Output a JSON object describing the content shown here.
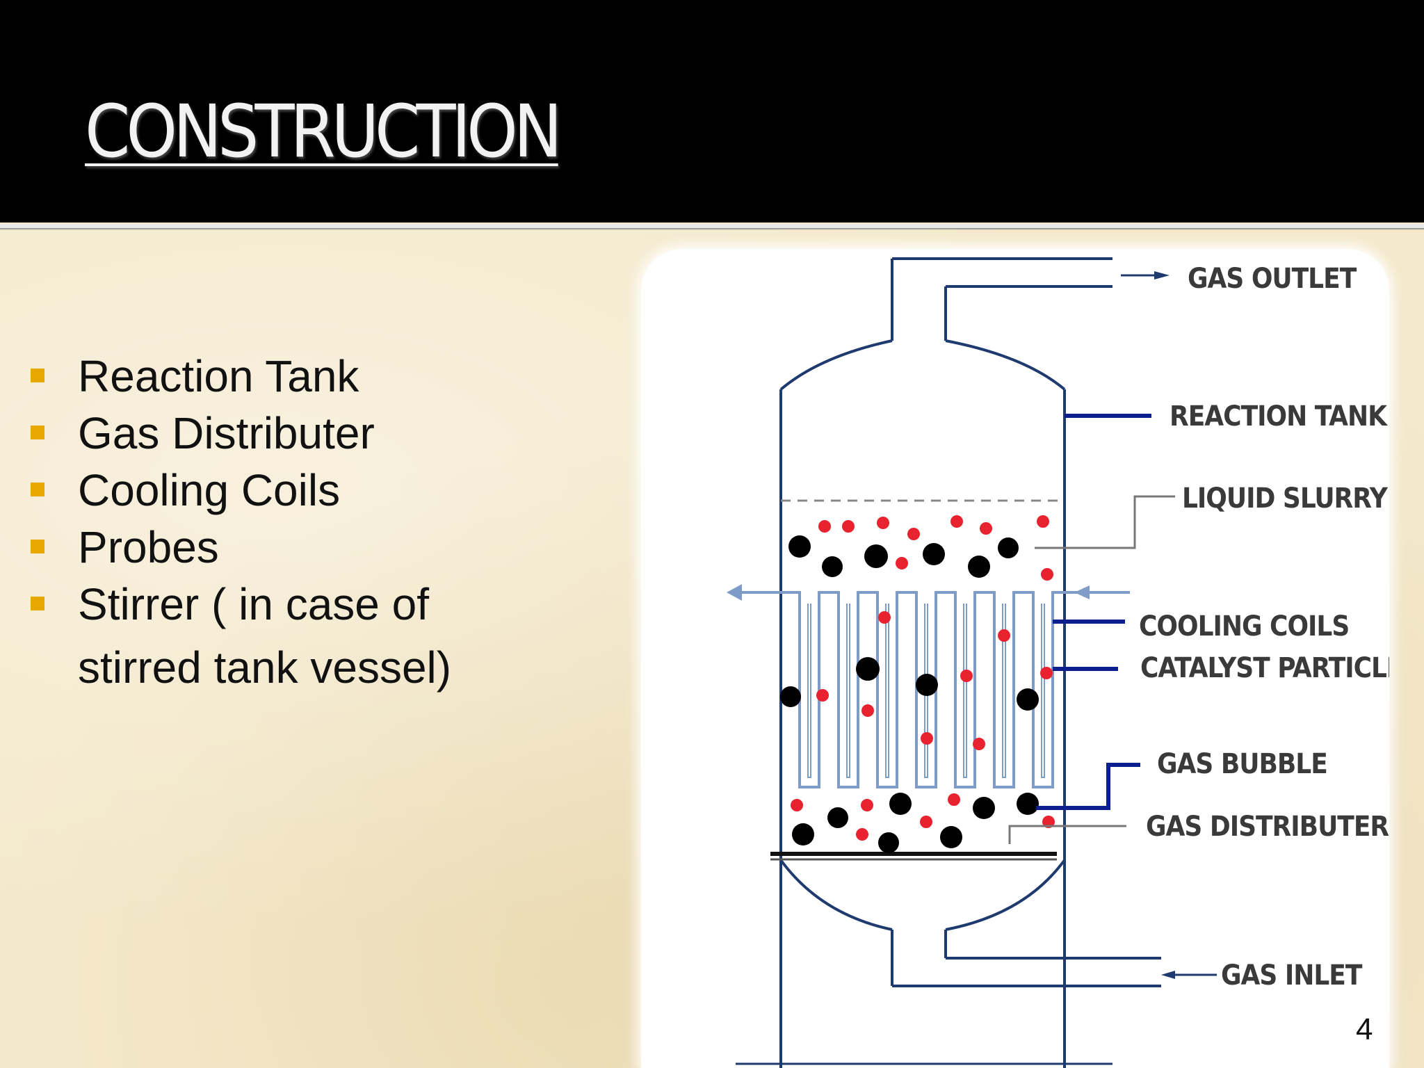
{
  "slide": {
    "title": "CONSTRUCTION",
    "page_number": "4"
  },
  "bullets": [
    {
      "text": "Reaction Tank"
    },
    {
      "text": "Gas Distributer"
    },
    {
      "text": "Cooling Coils"
    },
    {
      "text": "Probes"
    },
    {
      "text": "Stirrer ( in case of",
      "continuation": "stirred tank vessel)"
    }
  ],
  "diagram": {
    "labels": {
      "gas_outlet": "GAS OUTLET",
      "reaction_tank": "REACTION TANK",
      "liquid_slurry": "LIQUID SLURRY",
      "cooling_coils": "COOLING COILS",
      "catalyst_particle": "CATALYST PARTICLE",
      "gas_bubble": "GAS BUBBLE",
      "gas_distributer": "GAS DISTRIBUTER",
      "gas_inlet": "GAS INLET"
    }
  },
  "colors": {
    "title_bar": "#000000",
    "bullet_marker": "#e8a800",
    "vessel_line": "#1e3a6e",
    "coil_line": "#7f9cc8",
    "leader_line": "#0b1f8f",
    "gas_bubble": "#e8222e",
    "catalyst_particle": "#000000"
  }
}
